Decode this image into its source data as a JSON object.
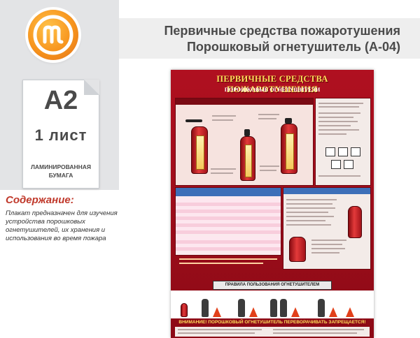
{
  "brand": {
    "logo_icon": "m-logo-icon",
    "accent": "#f7941d"
  },
  "header": {
    "title_line1": "Первичные средства пожаротушения",
    "title_line2": "Порошковый огнетушитель (А-04)"
  },
  "format": {
    "size": "А2",
    "sheets": "1 лист",
    "material_line1": "ЛАМИНИРОВАННАЯ",
    "material_line2": "БУМАГА"
  },
  "description": {
    "title": "Содержание:",
    "text": "Плакат предназначен для изучения устройства порошковых огнетушителей, их хранения и использования во время пожара"
  },
  "poster": {
    "title": "ПЕРВИЧНЫЕ СРЕДСТВА ПОЖАРОТУШЕНИЯ",
    "subtitle": "ПОРОШКОВЫЕ ОГНЕТУШИТЕЛИ",
    "rules_title": "ПРАВИЛА ПОЛЬЗОВАНИЯ ОГНЕТУШИТЕЛЕМ",
    "warning": "ВНИМАНИЕ! ПОРОШКОВЫЙ ОГНЕТУШИТЕЛЬ ПЕРЕВОРАЧИВАТЬ ЗАПРЕЩАЕТСЯ!",
    "colors": {
      "background": "#a00f1c",
      "title": "#ffde5a",
      "table_header": "#3d6fb8"
    }
  }
}
